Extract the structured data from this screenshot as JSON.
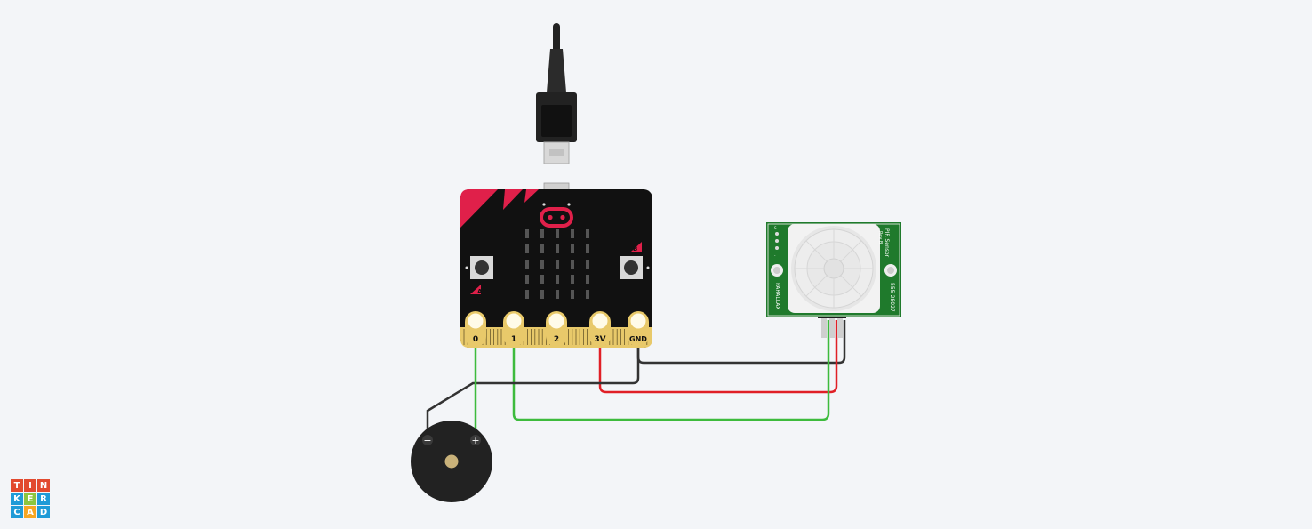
{
  "microbit": {
    "pins": [
      "0",
      "1",
      "2",
      "3V",
      "GND"
    ],
    "button_a": "A",
    "button_b": "B"
  },
  "pir_sensor": {
    "title": "PIR Sensor",
    "revision": "Rev B",
    "brand": "PARALLAX",
    "part_number": "555-28027",
    "pin_marks": [
      "S",
      "+",
      "-"
    ]
  },
  "buzzer": {
    "minus": "−",
    "plus": "+"
  },
  "logo": {
    "letters": [
      "T",
      "I",
      "N",
      "K",
      "E",
      "R",
      "C",
      "A",
      "D"
    ],
    "colors": [
      "#e24a2f",
      "#e24a2f",
      "#e24a2f",
      "#1f9bd7",
      "#8cc63f",
      "#1f9bd7",
      "#1f9bd7",
      "#f6a623",
      "#1f9bd7"
    ]
  },
  "colors": {
    "wire_black": "#333333",
    "wire_red": "#e01f26",
    "wire_green": "#3dbb3d",
    "board": "#111111",
    "accent": "#e0204a",
    "gold": "#e8c96a",
    "pcb_green": "#1f7a2c"
  }
}
